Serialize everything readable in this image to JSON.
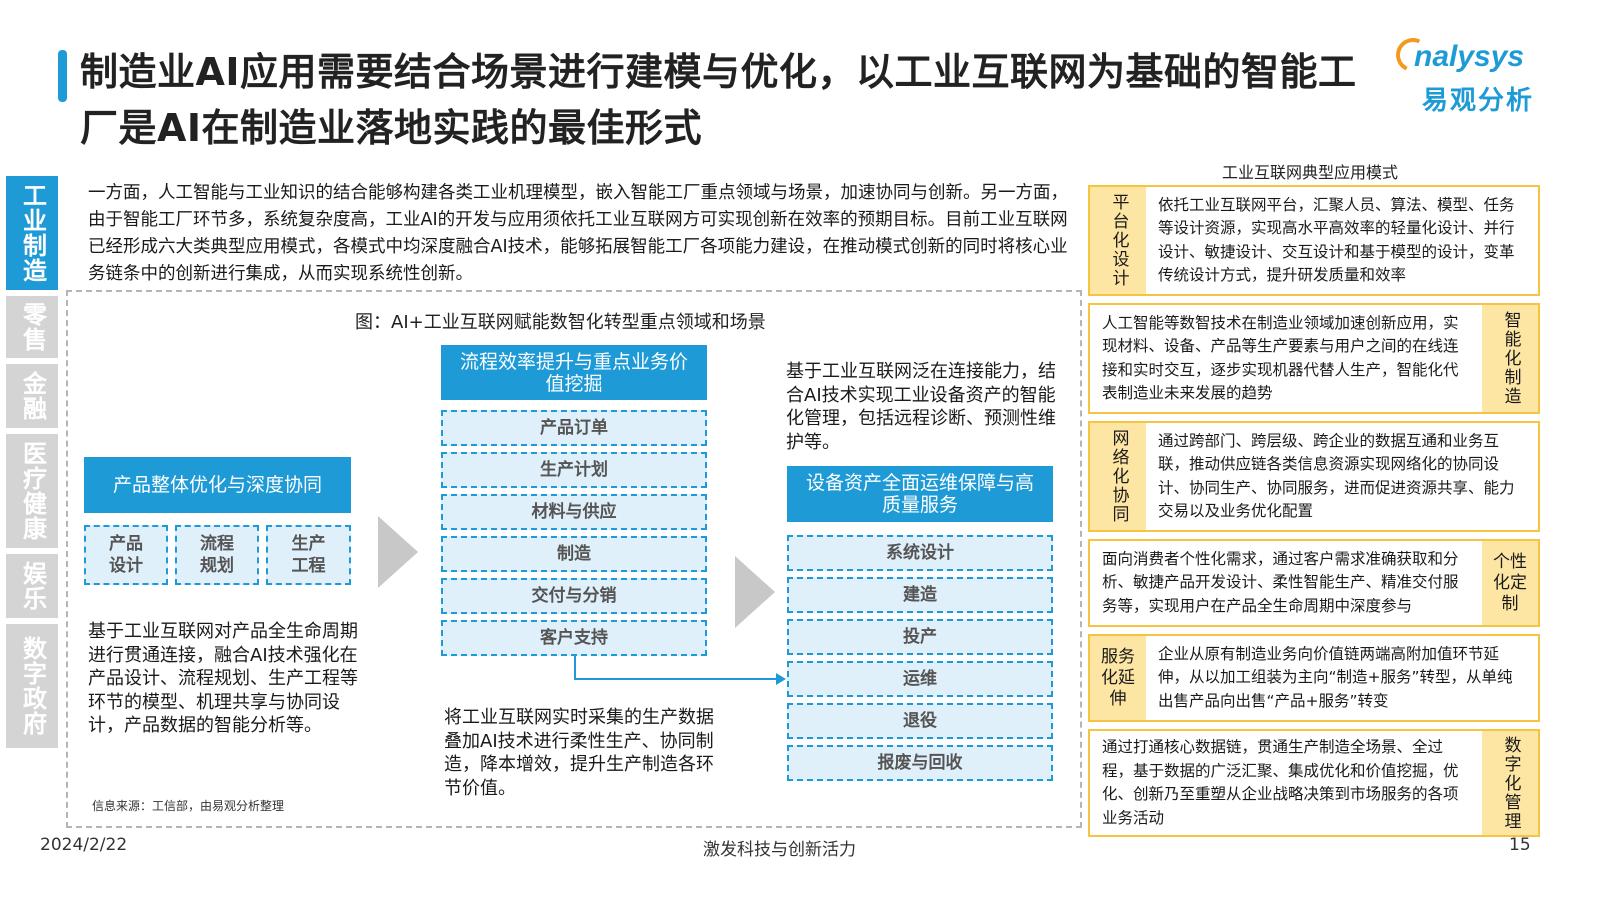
{
  "title": "制造业AI应用需要结合场景进行建模与优化，以工业互联网为基础的智能工厂是AI在制造业落地实践的最佳形式",
  "logo": {
    "en": "nalysys",
    "cn": "易观分析"
  },
  "sidebar": {
    "tabs": [
      {
        "label": "工业制造",
        "active": true
      },
      {
        "label": "零售",
        "active": false
      },
      {
        "label": "金融",
        "active": false
      },
      {
        "label": "医疗健康",
        "active": false
      },
      {
        "label": "娱乐",
        "active": false
      },
      {
        "label": "数字政府",
        "active": false
      }
    ]
  },
  "intro": "一方面，人工智能与工业知识的结合能够构建各类工业机理模型，嵌入智能工厂重点领域与场景，加速协同与创新。另一方面，由于智能工厂环节多，系统复杂度高，工业AI的开发与应用须依托工业互联网方可实现创新在效率的预期目标。目前工业互联网已经形成六大类典型应用模式，各模式中均深度融合AI技术，能够拓展智能工厂各项能力建设，在推动模式创新的同时将核心业务链条中的创新进行集成，从而实现系统性创新。",
  "figure": {
    "title": "图：AI+工业互联网赋能数智化转型重点领域和场景",
    "col1": {
      "header": "产品整体优化与深度协同",
      "cells": [
        "产品设计",
        "流程规划",
        "生产工程"
      ],
      "desc": "基于工业互联网对产品全生命周期进行贯通连接，融合AI技术强化在产品设计、流程规划、生产工程等环节的模型、机理共享与协同设计，产品数据的智能分析等。"
    },
    "col2": {
      "header": "流程效率提升与重点业务价值挖掘",
      "cells": [
        "产品订单",
        "生产计划",
        "材料与供应",
        "制造",
        "交付与分销",
        "客户支持"
      ],
      "desc": "将工业互联网实时采集的生产数据叠加AI技术进行柔性生产、协同制造，降本增效，提升生产制造各环节价值。"
    },
    "col3": {
      "desc": "基于工业互联网泛在连接能力，结合AI技术实现工业设备资产的智能化管理，包括远程诊断、预测性维护等。",
      "header": "设备资产全面运维保障与高质量服务",
      "cells": [
        "系统设计",
        "建造",
        "投产",
        "运维",
        "退役",
        "报废与回收"
      ]
    },
    "source": "信息来源：工信部，由易观分析整理"
  },
  "modes_panel": {
    "title": "工业互联网典型应用模式",
    "modes": [
      {
        "label": "平台化设计",
        "text": "依托工业互联网平台，汇聚人员、算法、模型、任务等设计资源，实现高水平高效率的轻量化设计、并行设计、敏捷设计、交互设计和基于模型的设计，变革传统设计方式，提升研发质量和效率"
      },
      {
        "label": "智能化制造",
        "text": "人工智能等数智技术在制造业领域加速创新应用，实现材料、设备、产品等生产要素与用户之间的在线连接和实时交互，逐步实现机器代替人生产，智能化代表制造业未来发展的趋势"
      },
      {
        "label": "网络化协同",
        "text": "通过跨部门、跨层级、跨企业的数据互通和业务互联，推动供应链各类信息资源实现网络化的协同设计、协同生产、协同服务，进而促进资源共享、能力交易以及业务优化配置"
      },
      {
        "label": "个性化定制",
        "text": "面向消费者个性化需求，通过客户需求准确获取和分析、敏捷产品开发设计、柔性智能生产、精准交付服务等，实现用户在产品全生命周期中深度参与"
      },
      {
        "label": "服务化延伸",
        "text": "企业从原有制造业务向价值链两端高附加值环节延伸，从以加工组装为主向“制造+服务”转型，从单纯出售产品向出售“产品+服务”转变"
      },
      {
        "label": "数字化管理",
        "text": "通过打通核心数据链，贯通生产制造全场景、全过程，基于数据的广泛汇聚、集成优化和价值挖掘，优化、创新乃至重塑从企业战略决策到市场服务的各项业务活动"
      }
    ]
  },
  "footer": {
    "date": "2024/2/22",
    "slogan": "激发科技与创新活力",
    "page": "15"
  },
  "colors": {
    "accent": "#1e9bd7",
    "mode_border": "#f5c542",
    "mode_label_bg": "#fde5a3",
    "tab_inactive": "#d4d4d4"
  }
}
